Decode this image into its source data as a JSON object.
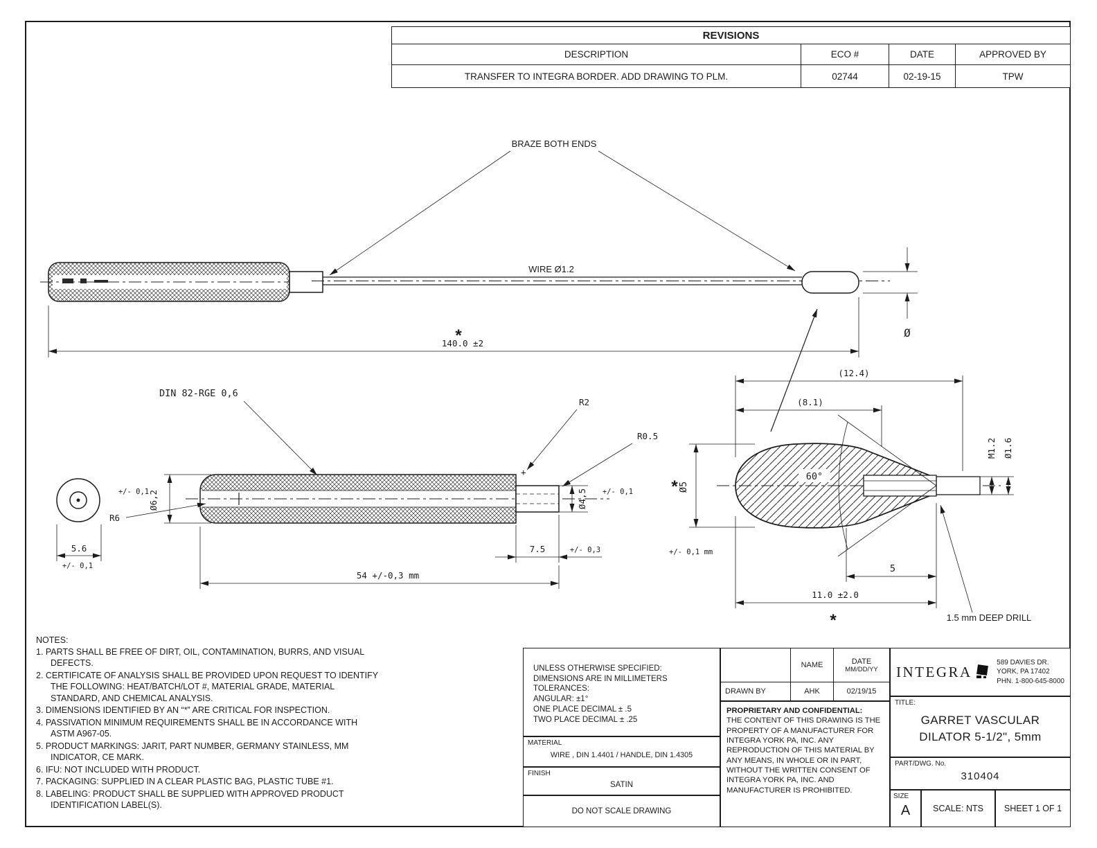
{
  "revisions": {
    "title": "REVISIONS",
    "col_description": "DESCRIPTION",
    "col_eco": "ECO #",
    "col_date": "DATE",
    "col_approved": "APPROVED BY",
    "row": {
      "description": "TRANSFER TO INTEGRA BORDER. ADD DRAWING TO PLM.",
      "eco": "02744",
      "date": "02-19-15",
      "approved": "TPW"
    }
  },
  "main_view": {
    "braze_label": "BRAZE BOTH ENDS",
    "wire_label": "WIRE Ø1.2",
    "length_dim": "140.0 ±2",
    "length_star": "*",
    "dia_symbol": "Ø"
  },
  "handle_detail": {
    "din_label": "DIN 82-RGE 0,6",
    "r2_label": "R2",
    "r05_label": "R0.5",
    "plus_mark": "+",
    "tol_left": "+/- 0,1",
    "dia_62": "Ø6,2",
    "r6_label": "R6",
    "end_width": "5.6",
    "end_tol": "+/- 0,1",
    "dia_45": "Ø4,5",
    "tol_right": "+/- 0,1",
    "tip_len": "7.5",
    "tip_tol": "+/- 0,3",
    "body_len": "54 +/-0,3 mm"
  },
  "tip_detail": {
    "dim_overall": "(12.4)",
    "dim_nose": "(8.1)",
    "angle": "60°",
    "star_dia": "*",
    "dia_5": "Ø5",
    "tol_dia": "+/- 0,1 mm",
    "thread": "M1.2",
    "dia_16": "Ø1.6",
    "hole_depth": "5",
    "dim_length": "11.0 ±2.0",
    "star_length": "*",
    "drill_note": "1.5 mm DEEP DRILL"
  },
  "notes": {
    "heading": "NOTES:",
    "items": [
      "1.  PARTS SHALL BE FREE OF DIRT, OIL, CONTAMINATION, BURRS, AND VISUAL DEFECTS.",
      "2.  CERTIFICATE OF ANALYSIS SHALL BE PROVIDED UPON REQUEST TO IDENTIFY THE FOLLOWING: HEAT/BATCH/LOT #, MATERIAL GRADE, MATERIAL STANDARD, AND CHEMICAL ANALYSIS.",
      "3.  DIMENSIONS IDENTIFIED BY AN “*” ARE CRITICAL FOR INSPECTION.",
      "4.  PASSIVATION MINIMUM REQUIREMENTS SHALL BE IN ACCORDANCE WITH ASTM A967-05.",
      "5.  PRODUCT MARKINGS: JARIT, PART NUMBER, GERMANY STAINLESS, MM INDICATOR, CE MARK.",
      "6.  IFU: NOT INCLUDED WITH PRODUCT.",
      "7.  PACKAGING: SUPPLIED IN A CLEAR PLASTIC BAG, PLASTIC TUBE #1.",
      "8.  LABELING: PRODUCT SHALL BE SUPPLIED WITH APPROVED PRODUCT IDENTIFICATION LABEL(S)."
    ]
  },
  "title_block": {
    "tolerances": {
      "line1": "UNLESS OTHERWISE SPECIFIED:",
      "line2": "DIMENSIONS ARE IN MILLIMETERS",
      "line3": "TOLERANCES:",
      "line4": "ANGULAR: ±1°",
      "line5": "ONE PLACE DECIMAL ± .5",
      "line6": "TWO PLACE DECIMAL ± .25"
    },
    "material_label": "MATERIAL",
    "material_value": "WIRE , DIN 1.4401 / HANDLE, DIN 1.4305",
    "finish_label": "FINISH",
    "finish_value": "SATIN",
    "no_scale": "DO NOT SCALE DRAWING",
    "name_header": "NAME",
    "date_header": "DATE",
    "date_format": "MM/DD/YY",
    "drawn_by_label": "DRAWN BY",
    "drawn_by_name": "AHK",
    "drawn_by_date": "02/19/15",
    "proprietary_title": "PROPRIETARY AND CONFIDENTIAL:",
    "proprietary_text": "THE CONTENT OF THIS DRAWING IS THE PROPERTY OF A MANUFACTURER FOR INTEGRA YORK PA, INC. ANY REPRODUCTION OF THIS MATERIAL BY ANY MEANS, IN WHOLE OR IN PART, WITHOUT THE WRITTEN CONSENT OF INTEGRA YORK PA, INC. AND MANUFACTURER IS PROHIBITED.",
    "company": "INTEGRA",
    "address_line1": "589 DAVIES DR.",
    "address_line2": "YORK, PA 17402",
    "address_line3": "PHN. 1-800-645-8000",
    "title_label": "TITLE:",
    "title_line1": "GARRET VASCULAR",
    "title_line2": "DILATOR 5-1/2\",  5mm",
    "part_label": "PART/DWG. No.",
    "part_number": "310404",
    "size_label": "SIZE",
    "size_value": "A",
    "scale": "SCALE: NTS",
    "sheet": "SHEET 1 OF 1"
  }
}
